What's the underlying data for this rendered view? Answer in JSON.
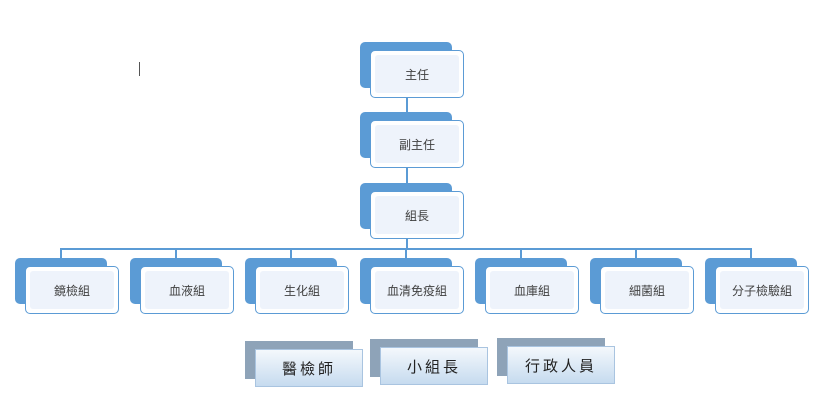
{
  "chart_data": {
    "type": "org-chart",
    "hierarchy": [
      "主任",
      "副主任",
      "組長"
    ],
    "groups": [
      "鏡檢組",
      "血液組",
      "生化組",
      "血清免疫組",
      "血庫組",
      "細菌組",
      "分子檢驗組"
    ],
    "legend": [
      "醫檢師",
      "小組長",
      "行政人員"
    ]
  },
  "colors": {
    "accent": "#5b9bd5",
    "legend_back": "#8ea3b8"
  }
}
